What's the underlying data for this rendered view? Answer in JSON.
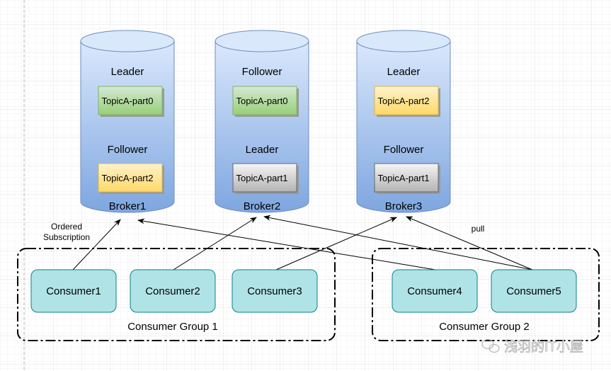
{
  "brokers": [
    {
      "name": "Broker1",
      "upper_role": "Leader",
      "upper_part": "TopicA-part0",
      "upper_color": "green",
      "lower_role": "Follower",
      "lower_part": "TopicA-part2",
      "lower_color": "yellow"
    },
    {
      "name": "Broker2",
      "upper_role": "Follower",
      "upper_part": "TopicA-part0",
      "upper_color": "green",
      "lower_role": "Leader",
      "lower_part": "TopicA-part1",
      "lower_color": "gray"
    },
    {
      "name": "Broker3",
      "upper_role": "Leader",
      "upper_part": "TopicA-part2",
      "upper_color": "yellow",
      "lower_role": "Follower",
      "lower_part": "TopicA-part1",
      "lower_color": "gray"
    }
  ],
  "consumers": [
    "Consumer1",
    "Consumer2",
    "Consumer3",
    "Consumer4",
    "Consumer5"
  ],
  "groups": [
    "Consumer Group 1",
    "Consumer Group 2"
  ],
  "labels": {
    "ordered_1": "Ordered",
    "ordered_2": "Subscription",
    "pull": "pull"
  },
  "watermark": "浅羽的IT小屋",
  "colors": {
    "green": "#a9d68f",
    "yellow": "#ffd966",
    "gray": "#d0d0d0",
    "consumer": "#b0e3e6",
    "broker": "#a9c4eb"
  }
}
